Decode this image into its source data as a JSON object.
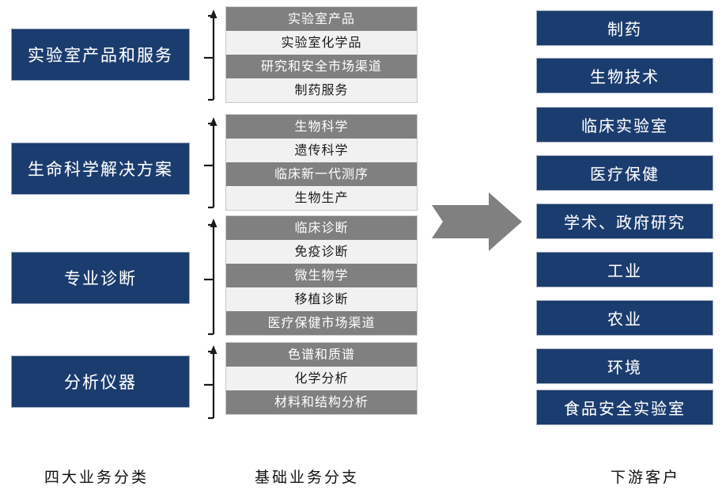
{
  "diagram": {
    "title_hidden": "",
    "colors": {
      "brand_blue": "#1b3c6e",
      "row_dark_gray": "#808080",
      "row_light_gray": "#f1f1f1",
      "arrow_gray": "#808080",
      "box_border": "#9aa8bd",
      "text_on_blue": "#ffffff"
    },
    "categories": [
      {
        "label": "实验室产品和服务",
        "branches": [
          {
            "label": "实验室产品",
            "tone": "dark"
          },
          {
            "label": "实验室化学品",
            "tone": "light"
          },
          {
            "label": "研究和安全市场渠道",
            "tone": "dark"
          },
          {
            "label": "制药服务",
            "tone": "light"
          }
        ]
      },
      {
        "label": "生命科学解决方案",
        "branches": [
          {
            "label": "生物科学",
            "tone": "dark"
          },
          {
            "label": "遗传科学",
            "tone": "light"
          },
          {
            "label": "临床新一代测序",
            "tone": "dark"
          },
          {
            "label": "生物生产",
            "tone": "light"
          }
        ]
      },
      {
        "label": "专业诊断",
        "branches": [
          {
            "label": "临床诊断",
            "tone": "dark"
          },
          {
            "label": "免疫诊断",
            "tone": "light"
          },
          {
            "label": "微生物学",
            "tone": "dark"
          },
          {
            "label": "移植诊断",
            "tone": "light"
          },
          {
            "label": "医疗保健市场渠道",
            "tone": "dark"
          }
        ]
      },
      {
        "label": "分析仪器",
        "branches": [
          {
            "label": "色谱和质谱",
            "tone": "dark"
          },
          {
            "label": "化学分析",
            "tone": "light"
          },
          {
            "label": "材料和结构分析",
            "tone": "dark"
          }
        ]
      }
    ],
    "customers": [
      {
        "label": "制药"
      },
      {
        "label": "生物技术"
      },
      {
        "label": "临床实验室"
      },
      {
        "label": "医疗保健"
      },
      {
        "label": "学术、政府研究"
      },
      {
        "label": "工业"
      },
      {
        "label": "农业"
      },
      {
        "label": "环境"
      },
      {
        "label": "食品安全实验室"
      }
    ],
    "captions": {
      "left": "四大业务分类",
      "middle": "基础业务分支",
      "right": "下游客户"
    },
    "arrow": {
      "icon": "right-arrow-icon",
      "direction": "right"
    }
  }
}
